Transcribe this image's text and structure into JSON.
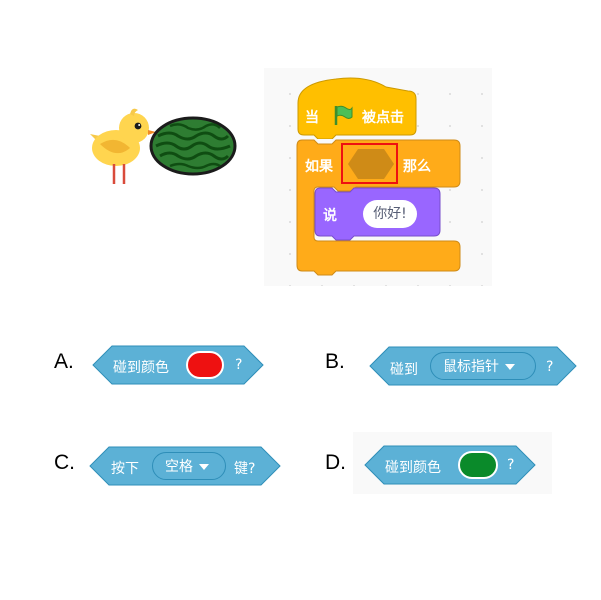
{
  "code": {
    "hat_label_when": "当",
    "hat_label_clicked": "被点击",
    "if_label": "如果",
    "then_label": "那么",
    "say_label": "说",
    "say_value": "你好!"
  },
  "options": [
    {
      "letter": "A.",
      "text": "碰到颜色",
      "suffix": "?",
      "swatch": "#ee1111"
    },
    {
      "letter": "B.",
      "text": "碰到",
      "dropdown": "鼠标指针",
      "suffix": "?"
    },
    {
      "letter": "C.",
      "text": "按下",
      "dropdown": "空格",
      "suffix": "键?"
    },
    {
      "letter": "D.",
      "text": "碰到颜色",
      "suffix": "?",
      "swatch": "#0a8a2a"
    }
  ],
  "colors": {
    "events": "#ffbf00",
    "control": "#ffab19",
    "looks": "#9966ff",
    "sensing": "#5cb1d6",
    "highlight": "#ee1111"
  },
  "icons": [
    "bird-sprite",
    "watermelon-sprite",
    "green-flag-icon",
    "dropdown-caret-icon"
  ]
}
